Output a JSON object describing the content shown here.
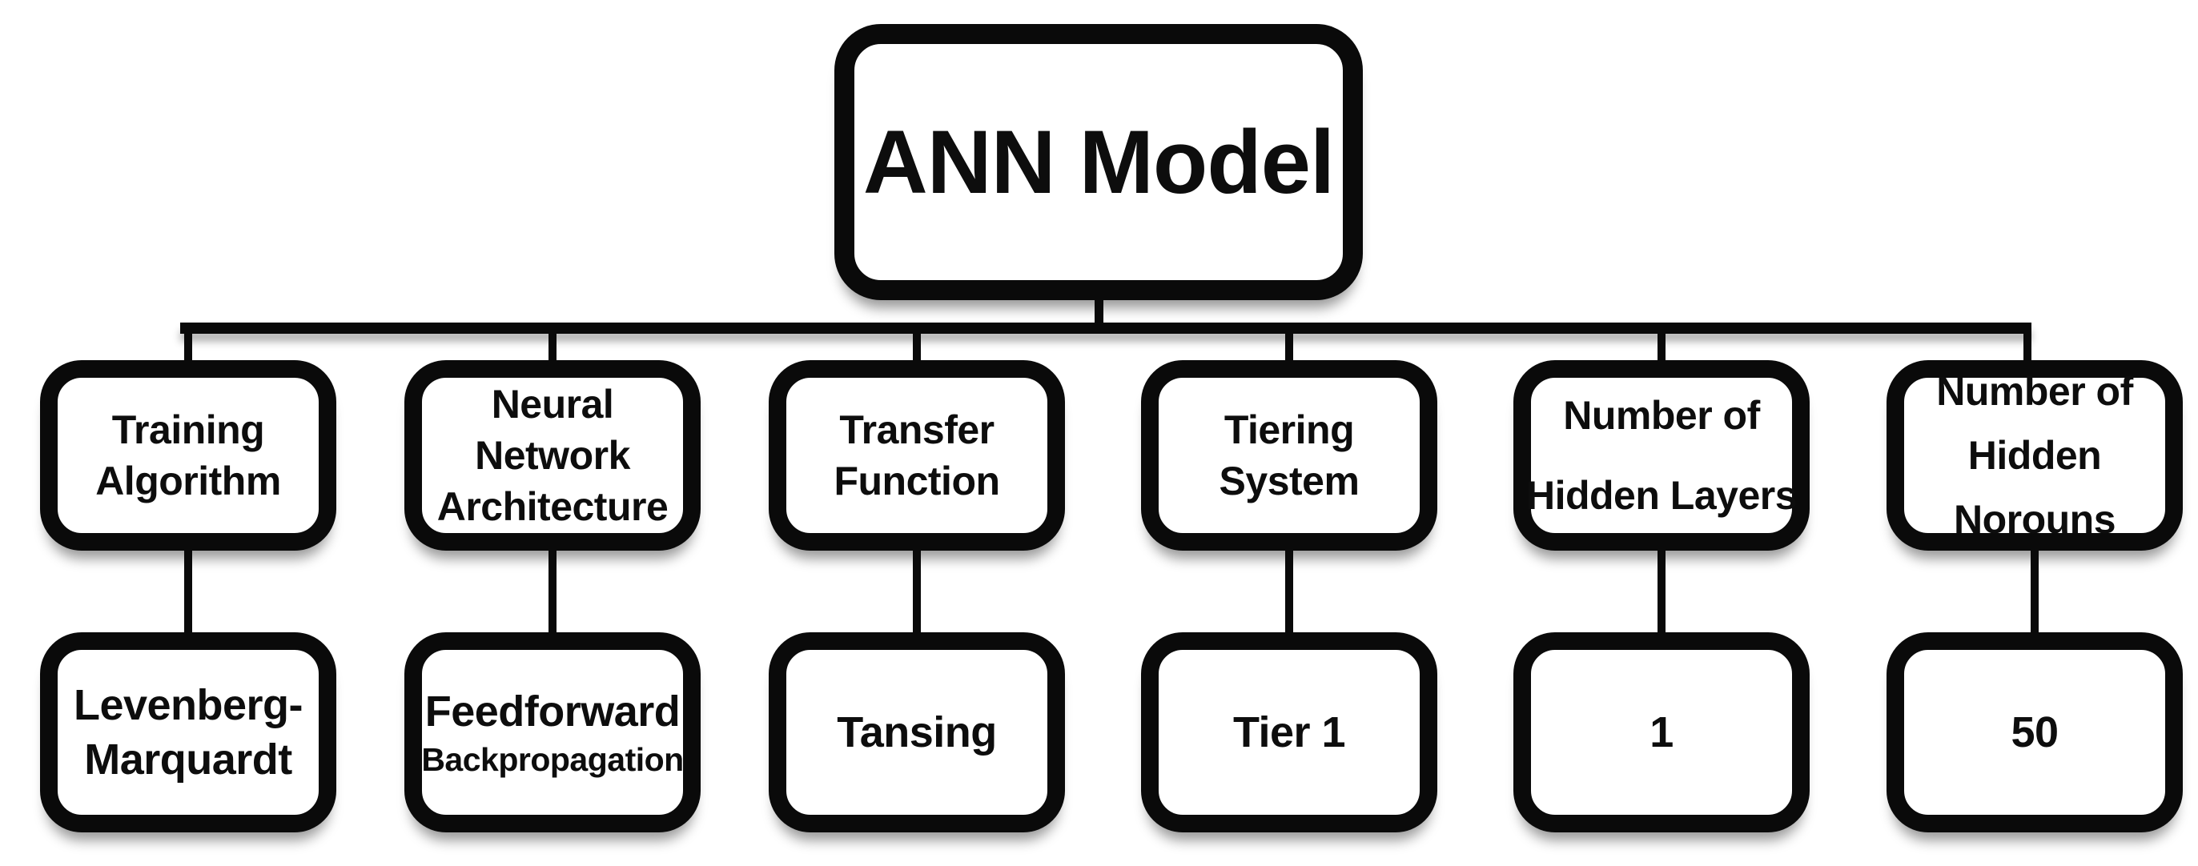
{
  "diagram": {
    "root": {
      "title": "ANN Model"
    },
    "colors": {
      "line": "#0a0a0a",
      "box_fill": "#ffffff",
      "text": "#0d0d0d",
      "background": "#ffffff"
    },
    "columns": [
      {
        "parameter": "Training Algorithm",
        "param_lines": [
          "Training",
          "Algorithm"
        ],
        "value": "Levenberg-Marquardt",
        "value_lines": [
          "Levenberg-",
          "Marquardt"
        ]
      },
      {
        "parameter": "Neural Network Architecture",
        "param_lines": [
          "Neural",
          "Network",
          "Architecture"
        ],
        "value": "Feedforward Backpropagation",
        "value_lines": [
          "Feedforward",
          "Backpropagation"
        ]
      },
      {
        "parameter": "Transfer Function",
        "param_lines": [
          "Transfer",
          "Function"
        ],
        "value": "Tansing",
        "value_lines": [
          "Tansing"
        ]
      },
      {
        "parameter": "Tiering System",
        "param_lines": [
          "Tiering",
          "System"
        ],
        "value": "Tier 1",
        "value_lines": [
          "Tier 1"
        ]
      },
      {
        "parameter": "Number of Hidden Layers",
        "param_lines": [
          "Number of",
          "Hidden Layers"
        ],
        "value": "1",
        "value_lines": [
          "1"
        ]
      },
      {
        "parameter": "Number of Hidden Norouns",
        "param_lines": [
          "Number of",
          "Hidden",
          "Norouns"
        ],
        "value": "50",
        "value_lines": [
          "50"
        ]
      }
    ]
  }
}
